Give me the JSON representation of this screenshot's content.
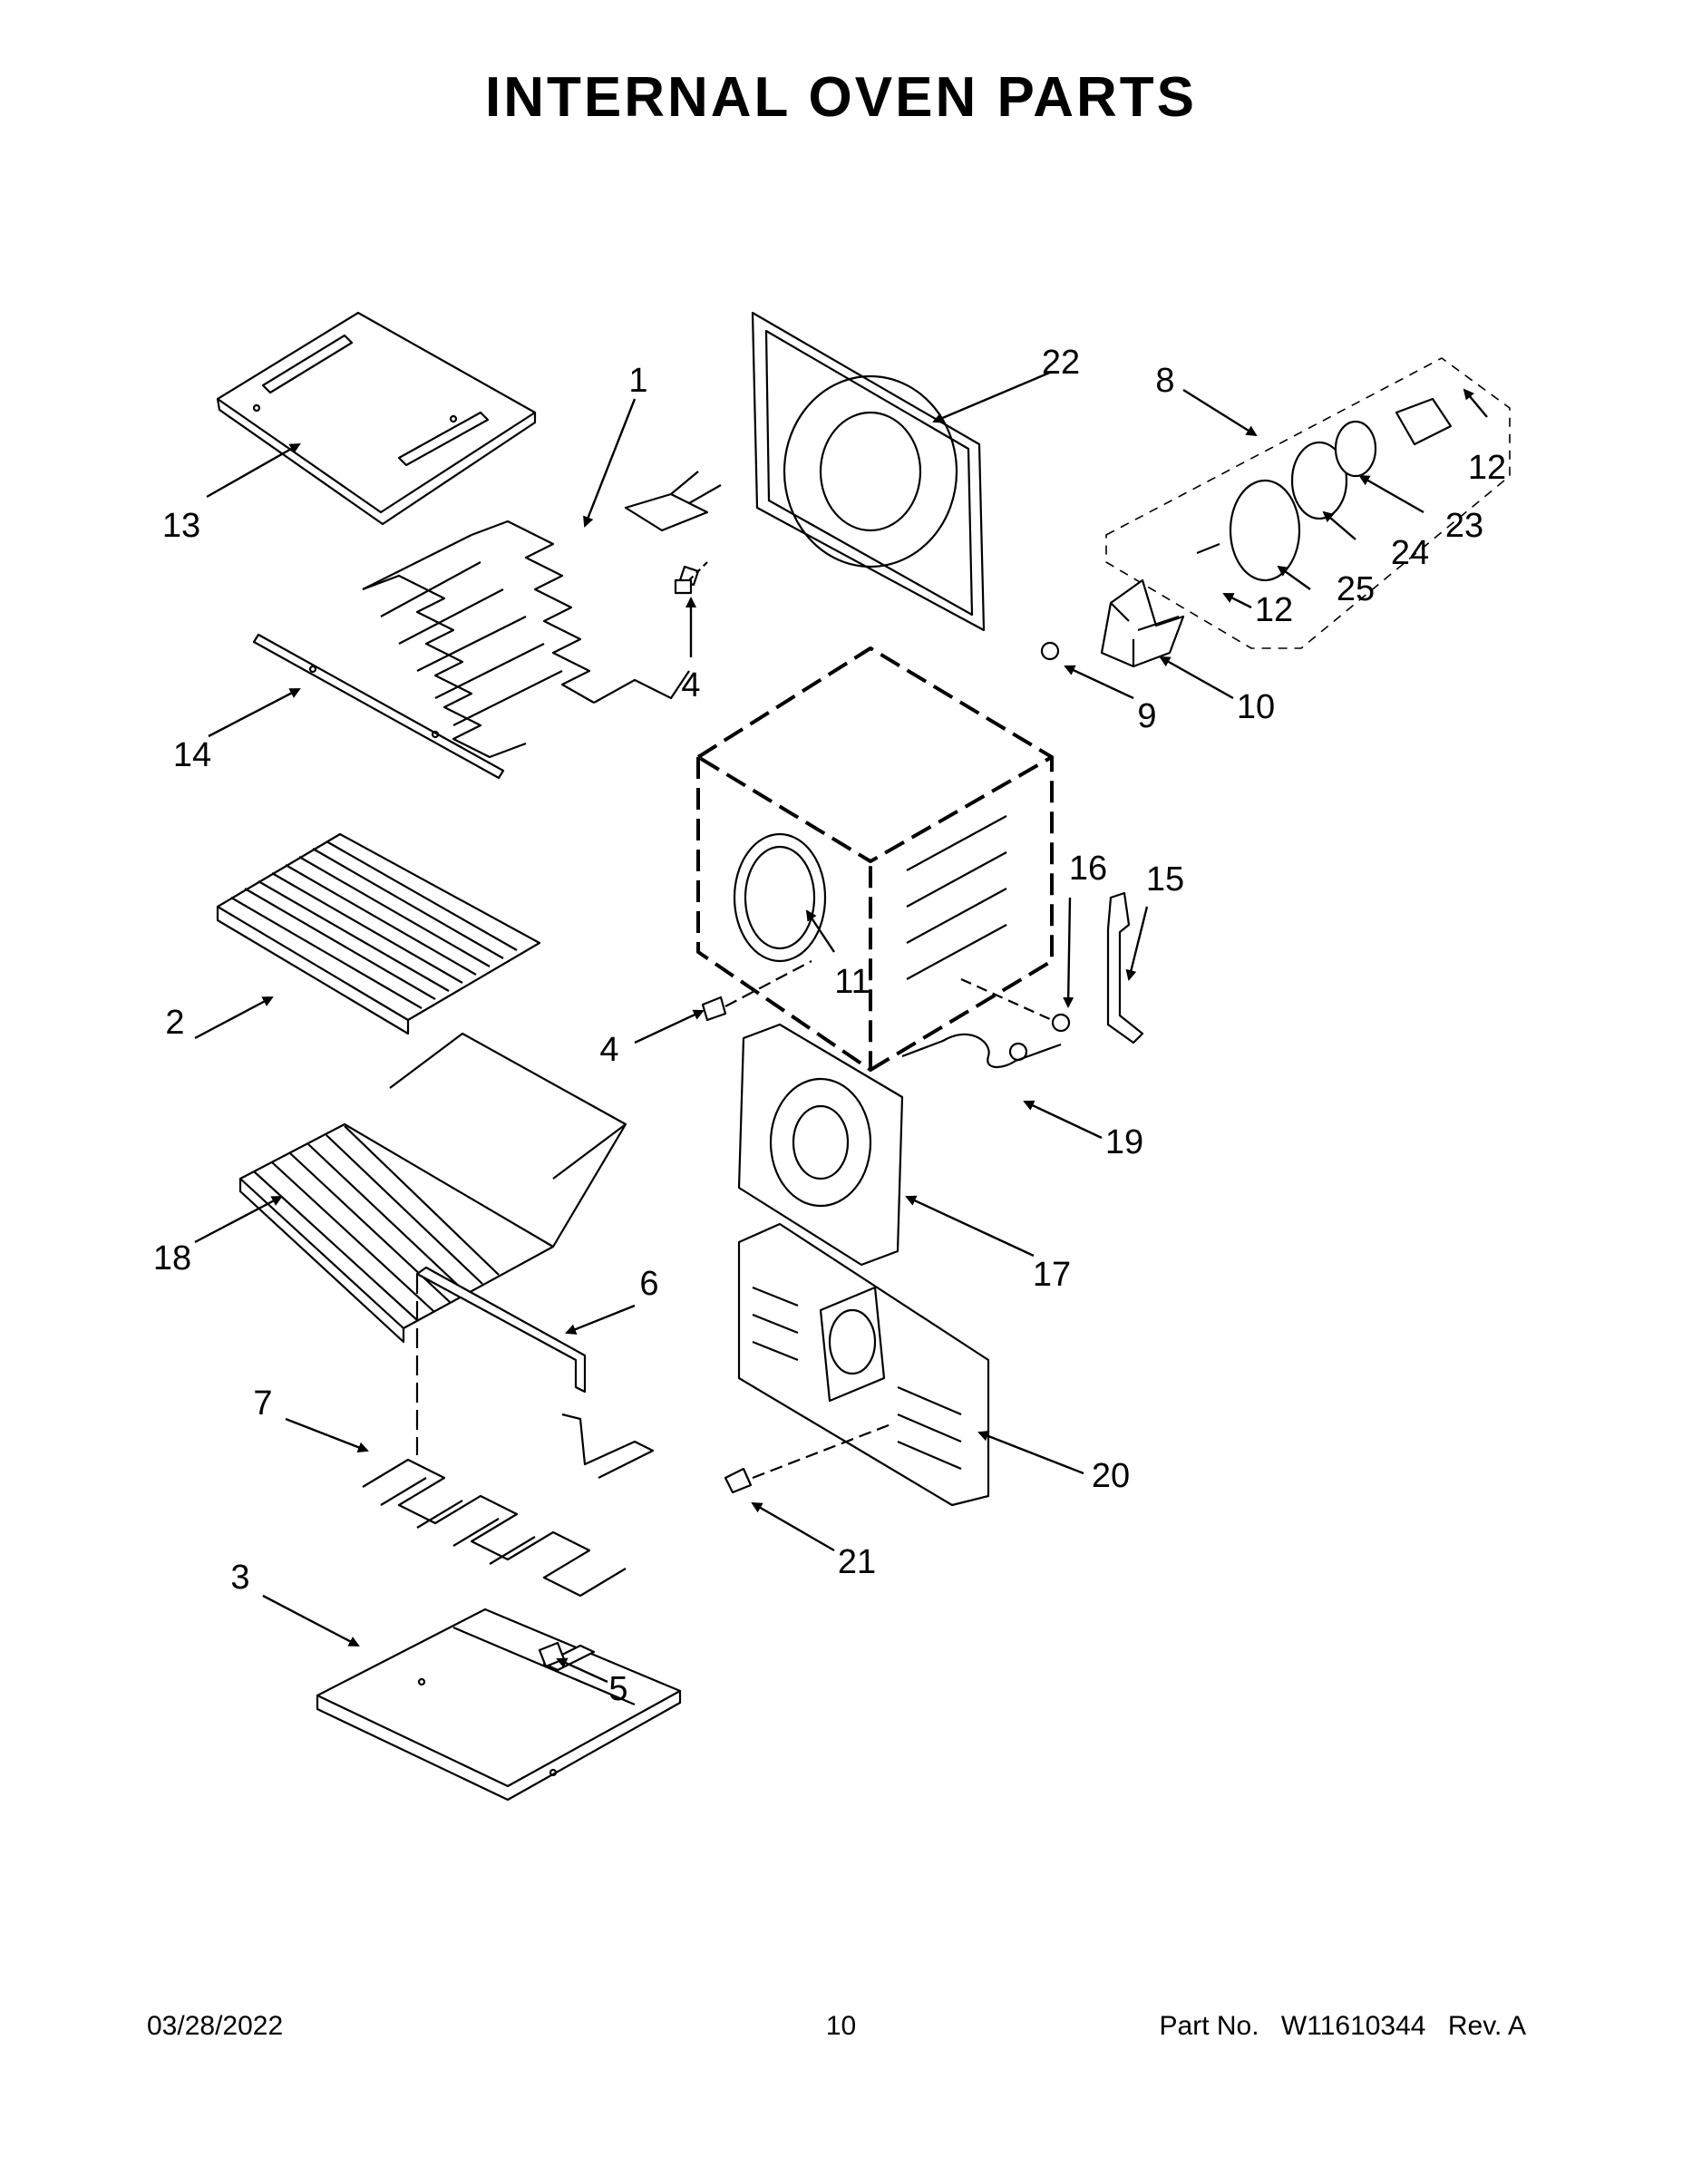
{
  "title": "INTERNAL OVEN PARTS",
  "footer": {
    "date": "03/28/2022",
    "page": "10",
    "part_label": "Part No.",
    "part_number": "W11610344",
    "revision": "Rev. A"
  },
  "callouts": {
    "c1": "1",
    "c2": "2",
    "c3": "3",
    "c4a": "4",
    "c4b": "4",
    "c5": "5",
    "c6": "6",
    "c7": "7",
    "c8": "8",
    "c9": "9",
    "c10": "10",
    "c11": "11",
    "c12a": "12",
    "c12b": "12",
    "c13": "13",
    "c14": "14",
    "c15": "15",
    "c16": "16",
    "c17": "17",
    "c18": "18",
    "c19": "19",
    "c20": "20",
    "c21": "21",
    "c22": "22",
    "c23": "23",
    "c24": "24",
    "c25": "25"
  }
}
